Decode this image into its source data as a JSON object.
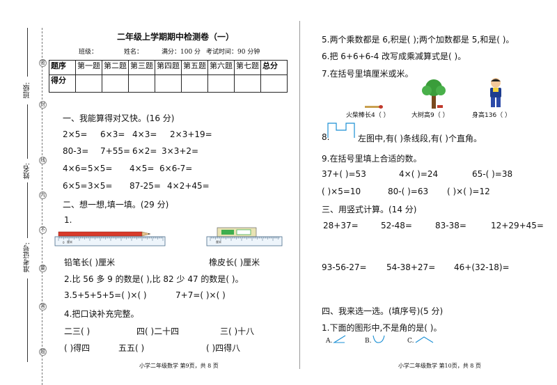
{
  "margin": {
    "class_label": "班级:",
    "name_label": "姓名:",
    "id_label": "准考证号:",
    "cut_marks": [
      "密",
      "封",
      "线",
      "内",
      "不",
      "要",
      "答",
      "题"
    ]
  },
  "header": {
    "title": "二年级上学期期中检测卷（一）",
    "class_label": "班级：",
    "name_label": "姓名：",
    "full_score": "满分：100 分",
    "time": "考试时间：90 分钟"
  },
  "score_table": {
    "row1": [
      "题序",
      "第一题",
      "第二题",
      "第三题",
      "第四题",
      "第五题",
      "第六题",
      "第七题",
      "总分"
    ],
    "row2_label": "得分"
  },
  "left": {
    "s1_title": "一、我能算得对又快。(16 分)",
    "s1_rows": [
      [
        "2×5=",
        "6×3=",
        "4×3=",
        "2×3+19="
      ],
      [
        "80-3=",
        "7+55=",
        "6×2=",
        "3×3+2="
      ],
      [
        "4×6=",
        "5×5=",
        "4×5=",
        "6×6-7="
      ],
      [
        "6×5=",
        "3×5=",
        "87-25=",
        "4×2+45="
      ]
    ],
    "s2_title": "二、想一想,填一填。(29 分)",
    "q1": "1.",
    "pencil_len": "铅笔长(    )厘米",
    "eraser_len": "橡皮长(    )厘米",
    "q2": "2.比 56 多 9 的数是(    ),比 82 少 47 的数是(    )。",
    "q3a": "3.5+5+5+5=(    )×(    )",
    "q3b": "7+7=(    )×(    )",
    "q4": "4.把口诀补充完整。",
    "r1a": "二三(        )",
    "r1b": "四(        )二十四",
    "r1c": "三(        )十八",
    "r2a": "(        )得四",
    "r2b": "五五(        )",
    "r2c": "(        )四得八",
    "footer": "小学二年级数学   第9页，共 8 页"
  },
  "right": {
    "q5": "5.两个乘数都是 6,积是(        );两个加数都是 5,和是(        )。",
    "q6": "6.把 6+6+6-4 改写成乘减算式是(                                           )。",
    "q7": "7.在括号里填厘米或米。",
    "q7a": "火柴棒长4（     ）",
    "q7b": "大树高9（     ）",
    "q7c": "身高136（     ）",
    "q8_num": "8.",
    "q8_text": "左图中,有(     )条线段,有(     )个直角。",
    "q9": "9.在括号里填上合适的数。",
    "q9_r1": [
      "37+(        )=53",
      "4×(        )=24",
      "65-(        )=38"
    ],
    "q9_r2": [
      "(        )×5=10",
      "80-(        )=63",
      "(        )×(        )=12"
    ],
    "s3_title": "三、用竖式计算。(14 分)",
    "s3_r1": [
      "28+37=",
      "52-48=",
      "83-38=",
      "12+29+45="
    ],
    "s3_r2": [
      "93-56-27=",
      "54-38+27=",
      "46+(32-18)="
    ],
    "s4_title": "四、我来选一选。(填序号)(5 分)",
    "s4_q1": "1.下面的图形中,不是角的是(        )。",
    "opt_a": "A.",
    "opt_b": "B.",
    "opt_c": "C.",
    "footer": "小学二年级数学  第10页，共 8 页"
  },
  "figure_labels": {
    "ruler_word": "厘米"
  }
}
